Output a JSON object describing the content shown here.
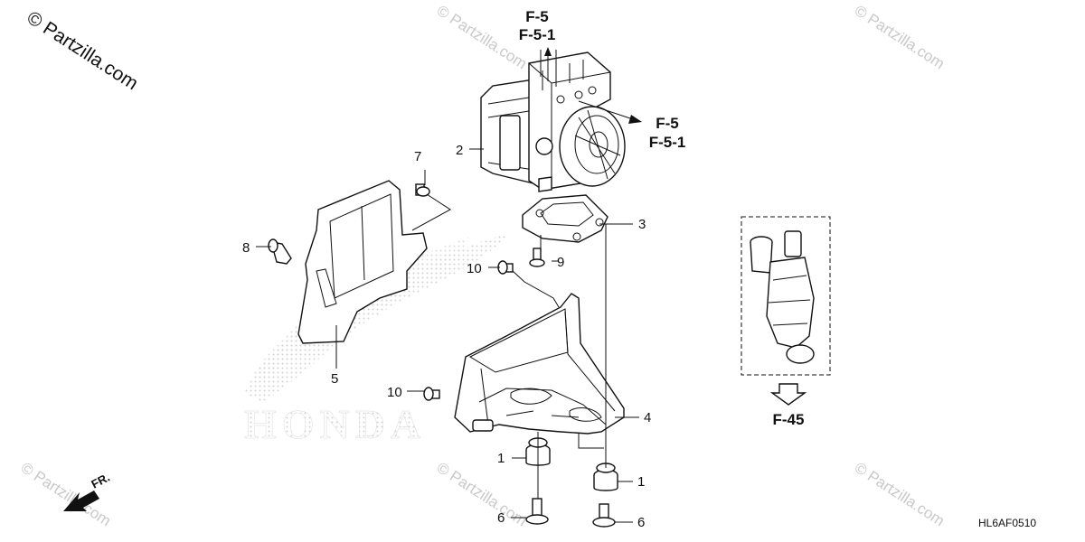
{
  "watermark": {
    "main": "© Partzilla.com",
    "repeat": "© Partzilla.com"
  },
  "brand_background": "HONDA",
  "callouts": {
    "c1a": "1",
    "c1b": "1",
    "c2": "2",
    "c3": "3",
    "c4": "4",
    "c5": "5",
    "c6a": "6",
    "c6b": "6",
    "c7": "7",
    "c8": "8",
    "c9": "9",
    "c10a": "10",
    "c10b": "10"
  },
  "references": {
    "top_line1": "F-5",
    "top_line2": "F-5-1",
    "right_line1": "F-5",
    "right_line2": "F-5-1",
    "inset": "F-45"
  },
  "front_marker": "FR.",
  "diagram_code": "HL6AF0510",
  "colors": {
    "ink": "#111111",
    "watermark": "#c9c9c9",
    "honda_dots": "#d2d2d2"
  }
}
